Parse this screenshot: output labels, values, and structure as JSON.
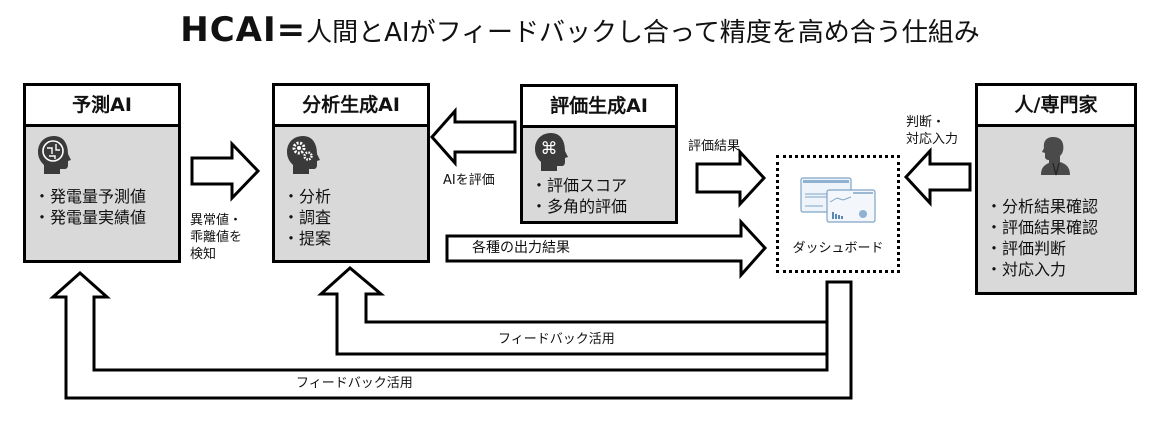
{
  "title": {
    "prefix": "HCAI=",
    "text": "人間とAIがフィードバックし合って精度を高め合う仕組み"
  },
  "boxes": {
    "predict": {
      "title": "予測AI",
      "icon": "ai-brain-circuit-icon",
      "items": [
        "発電量予測値",
        "発電量実績値"
      ]
    },
    "analysis": {
      "title": "分析生成AI",
      "icon": "ai-brain-gears-icon",
      "items": [
        "分析",
        "調査",
        "提案"
      ]
    },
    "evaluation": {
      "title": "評価生成AI",
      "icon": "ai-brain-command-icon",
      "items": [
        "評価スコア",
        "多角的評価"
      ]
    },
    "human": {
      "title": "人/専門家",
      "icon": "person-silhouette-icon",
      "items": [
        "分析結果確認",
        "評価結果確認",
        "評価判断",
        "対応入力"
      ]
    }
  },
  "dashboard": {
    "label": "ダッシュボード",
    "icon": "dashboard-icon"
  },
  "arrows": {
    "anomaly": [
      "異常値・",
      "乖離値を",
      "検知"
    ],
    "evaluate_ai": "AIを評価",
    "eval_result": "評価結果",
    "judgement": [
      "判断・",
      "対応入力"
    ],
    "outputs": "各種の出力結果",
    "feedback1": "フィードバック活用",
    "feedback2": "フィードバック活用"
  }
}
